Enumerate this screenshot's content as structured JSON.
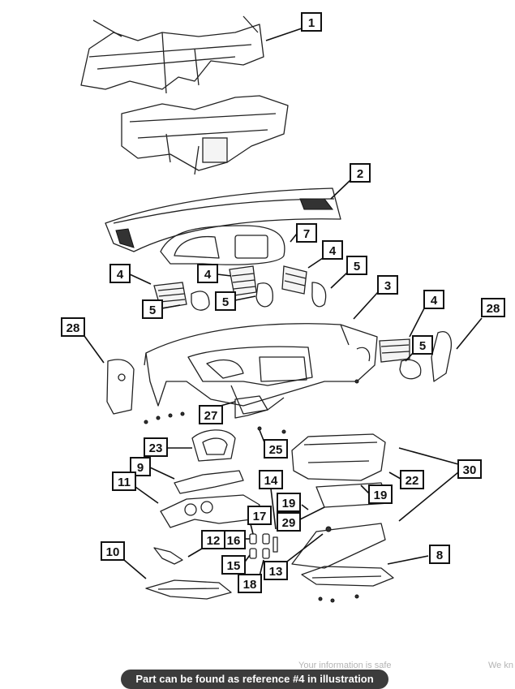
{
  "callouts": [
    "1",
    "2",
    "3",
    "4",
    "4",
    "4",
    "4",
    "5",
    "5",
    "5",
    "5",
    "7",
    "28",
    "28",
    "27",
    "23",
    "25",
    "9",
    "11",
    "14",
    "19",
    "19",
    "29",
    "22",
    "30",
    "17",
    "16",
    "12",
    "15",
    "18",
    "13",
    "10",
    "8"
  ],
  "footer": {
    "left_text": "Your information is safe",
    "right_text": "We kn",
    "banner_text": "Part can be found as reference #4 in illustration"
  },
  "colors": {
    "banner_bg": "#3c3c3c",
    "line": "#111111"
  }
}
